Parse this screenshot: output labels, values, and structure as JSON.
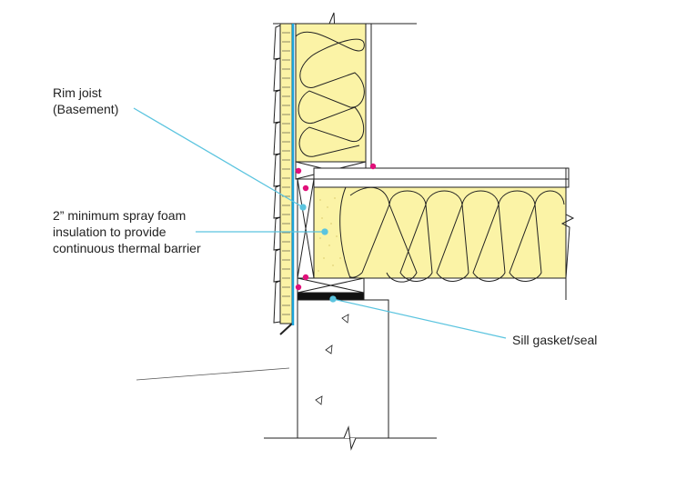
{
  "labels": {
    "rim_joist_line1": "Rim joist",
    "rim_joist_line2": "(Basement)",
    "spray_foam_line1": "2” minimum spray foam",
    "spray_foam_line2": "insulation to provide",
    "spray_foam_line3": "continuous thermal barrier",
    "sill_gasket": "Sill gasket/seal"
  },
  "colors": {
    "insulation": "#fbf3a6",
    "leader": "#5bc4df",
    "sealant_dot": "#e0107a",
    "air_barrier": "#1aa3d9"
  }
}
